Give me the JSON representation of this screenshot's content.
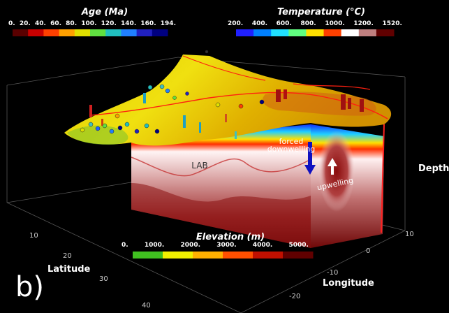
{
  "panel_label": "b)",
  "age_colorbar": {
    "title": "Age (Ma)",
    "ticks": [
      "0.",
      "20.",
      "40.",
      "60.",
      "80.",
      "100.",
      "120.",
      "140.",
      "160.",
      "194."
    ],
    "colors": [
      "#5a0000",
      "#c80000",
      "#ff4000",
      "#ffa000",
      "#e0e000",
      "#60e040",
      "#20c0c0",
      "#2080ff",
      "#2020c0",
      "#000080"
    ]
  },
  "temperature_colorbar": {
    "title": "Temperature (°C)",
    "ticks": [
      "200.",
      "400.",
      "600.",
      "800.",
      "1000.",
      "1200.",
      "1520."
    ],
    "colors": [
      "#2020ff",
      "#0080ff",
      "#20e0ff",
      "#60ff80",
      "#ffe000",
      "#ff4000",
      "#ffffff",
      "#c08080",
      "#600000"
    ]
  },
  "elevation_colorbar": {
    "title": "Elevation (m)",
    "ticks": [
      "0.",
      "1000.",
      "2000.",
      "3000.",
      "4000.",
      "5000."
    ],
    "colors": [
      "#40c020",
      "#f0f000",
      "#ffb000",
      "#ff5000",
      "#c01000",
      "#600000"
    ]
  },
  "axes": {
    "latitude": {
      "title": "Latitude",
      "ticks": [
        "10",
        "20",
        "30",
        "40"
      ]
    },
    "longitude": {
      "title": "Longitude",
      "ticks": [
        "10",
        "0",
        "-10",
        "-20"
      ]
    },
    "depth": {
      "title": "Depth"
    }
  },
  "annotations": {
    "forced_line1": "forced",
    "forced_line2": "downwelling",
    "upwelling": "upwelling",
    "lab": "LAB"
  }
}
